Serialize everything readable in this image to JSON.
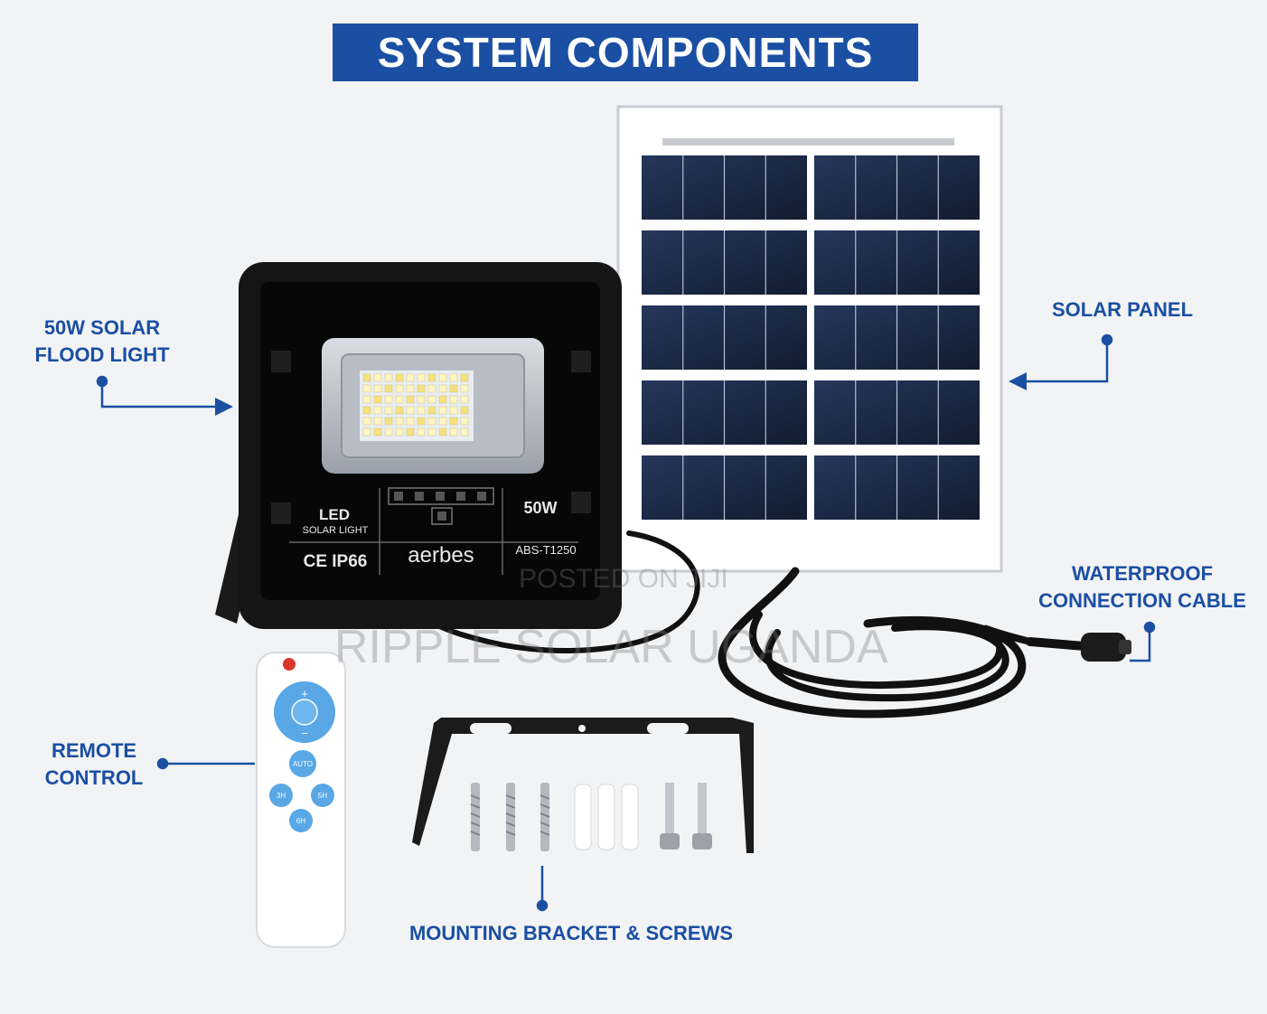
{
  "title": "SYSTEM COMPONENTS",
  "labels": {
    "flood_light": [
      "50W SOLAR",
      "FLOOD LIGHT"
    ],
    "solar_panel": "SOLAR PANEL",
    "cable": [
      "WATERPROOF",
      "CONNECTION CABLE"
    ],
    "remote": [
      "REMOTE",
      "CONTROL"
    ],
    "bracket": "MOUNTING BRACKET & SCREWS"
  },
  "device": {
    "led": "LED",
    "solar_light": "SOLAR LIGHT",
    "ce_ip": "CE IP66",
    "brand": "aerbes",
    "watt": "50W",
    "model": "ABS-T1250"
  },
  "remote_buttons": {
    "plus": "+",
    "minus": "−",
    "auto": "AUTO",
    "t3": "3H",
    "t5": "5H",
    "t6": "6H"
  },
  "watermark": {
    "line1": "POSTED ON JIJI",
    "line2": "RIPPLE SOLAR UGANDA"
  },
  "colors": {
    "accent": "#1a4fa3",
    "panel_cell": "#1c2a45",
    "device_body": "#151515",
    "remote_button": "#5aa7e6"
  }
}
